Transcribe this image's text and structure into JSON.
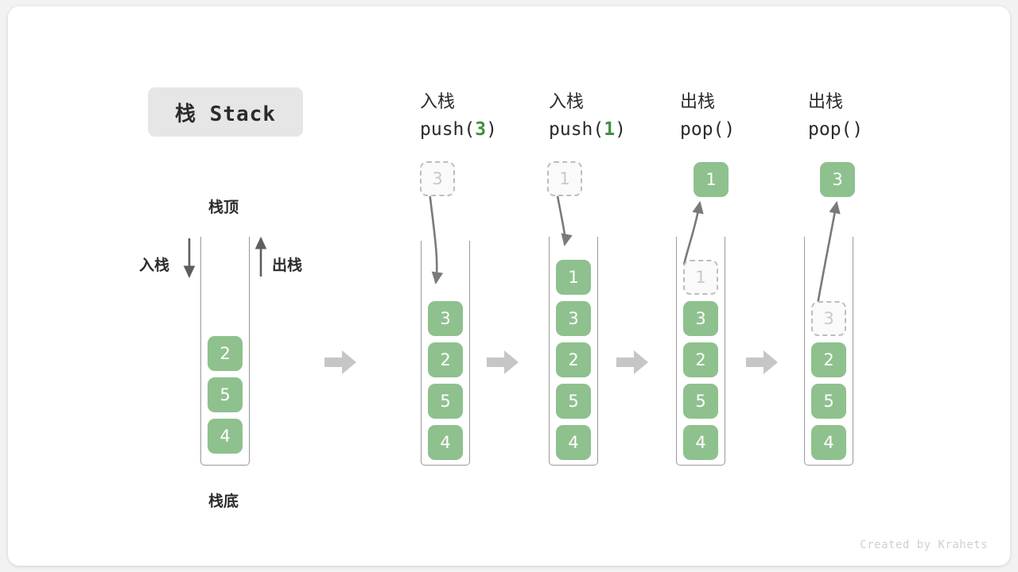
{
  "title": {
    "badge": "栈 Stack"
  },
  "footer": {
    "credit": "Created by Krahets"
  },
  "legend": {
    "top_label": "栈顶",
    "bottom_label": "栈底",
    "push_label": "入栈",
    "pop_label": "出栈"
  },
  "colors": {
    "cell_green": "#8ec18e",
    "code_accent_green": "#3f8f43",
    "arrow_gray": "#7a7a7a",
    "step_arrow_gray": "#c6c6c6",
    "tube_border": "#9a9a9a",
    "ghost_text": "#c9c9c9",
    "badge_bg": "#e6e6e6",
    "card_bg": "#ffffff",
    "page_bg": "#f2f2f2"
  },
  "columns": [
    {
      "id": "initial",
      "header_cn": "",
      "header_code": "",
      "code_arg": "",
      "stack": [
        "2",
        "5",
        "4"
      ],
      "floating": null,
      "ghost_in_stack": null
    },
    {
      "id": "push-3",
      "header_cn": "入栈",
      "header_code_prefix": "push(",
      "code_arg": "3",
      "header_code_suffix": ")",
      "stack": [
        "3",
        "2",
        "5",
        "4"
      ],
      "floating": {
        "value": "3",
        "style": "ghost"
      },
      "ghost_in_stack": null
    },
    {
      "id": "push-1",
      "header_cn": "入栈",
      "header_code_prefix": "push(",
      "code_arg": "1",
      "header_code_suffix": ")",
      "stack": [
        "1",
        "3",
        "2",
        "5",
        "4"
      ],
      "floating": {
        "value": "1",
        "style": "ghost"
      },
      "ghost_in_stack": null
    },
    {
      "id": "pop-1",
      "header_cn": "出栈",
      "header_code_prefix": "pop(",
      "code_arg": "",
      "header_code_suffix": ")",
      "stack": [
        "3",
        "2",
        "5",
        "4"
      ],
      "floating": {
        "value": "1",
        "style": "solid"
      },
      "ghost_in_stack": {
        "value": "1",
        "slot": 0
      }
    },
    {
      "id": "pop-3",
      "header_cn": "出栈",
      "header_code_prefix": "pop(",
      "code_arg": "",
      "header_code_suffix": ")",
      "stack": [
        "2",
        "5",
        "4"
      ],
      "floating": {
        "value": "3",
        "style": "solid"
      },
      "ghost_in_stack": {
        "value": "3",
        "slot": 1
      }
    }
  ]
}
